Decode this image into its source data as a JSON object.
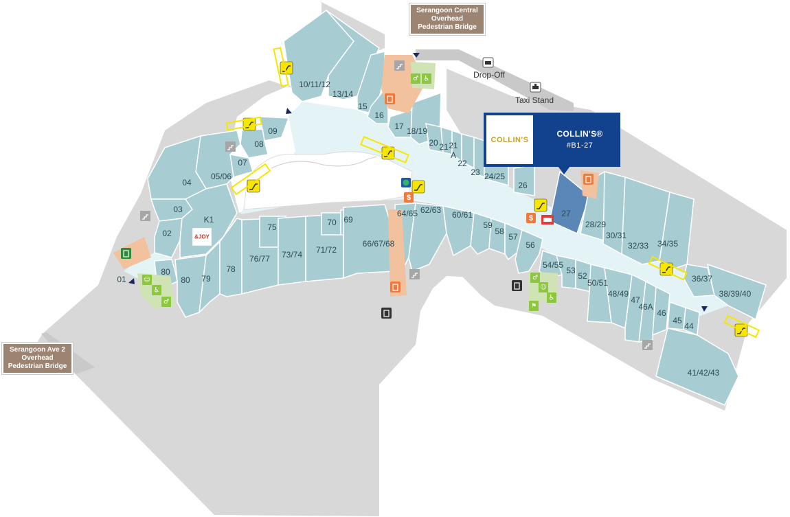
{
  "signs": {
    "serangoon_central": [
      "Serangoon Central",
      "Overhead",
      "Pedestrian Bridge"
    ],
    "serangoon_ave2": [
      "Serangoon Ave 2",
      "Overhead",
      "Pedestrian Bridge"
    ]
  },
  "landmarks": {
    "drop_off": "Drop-Off",
    "taxi_stand": "Taxi Stand"
  },
  "highlight": {
    "logo_text": "COLLIN'S",
    "store_name": "COLLIN'S®",
    "unit_code": "#B1-27",
    "logo_color": "#c9a227",
    "panel_color": "#12418e"
  },
  "store_labels": {
    "u01": "01",
    "u02": "02",
    "u03": "03",
    "u04": "04",
    "u0506": "05/06",
    "u07": "07",
    "u08": "08",
    "u09": "09",
    "u101112": "10/11/12",
    "u1314": "13/14",
    "u15": "15",
    "u16": "16",
    "u17": "17",
    "u1819": "18/19",
    "u20": "20",
    "u21": "21",
    "u21a": "21",
    "u21a_suffix": "A",
    "u22": "22",
    "u23": "23",
    "u2425": "24/25",
    "u26": "26",
    "u27": "27",
    "u2829": "28/29",
    "u3031": "30/31",
    "u3233": "32/33",
    "u3435": "34/35",
    "u3637": "36/37",
    "u383940": "38/39/40",
    "u414243": "41/42/43",
    "u44": "44",
    "u45": "45",
    "u46": "46",
    "u46a": "46A",
    "u47": "47",
    "u4849": "48/49",
    "u5051": "50/51",
    "u52": "52",
    "u53": "53",
    "u5455": "54/55",
    "u56": "56",
    "u57": "57",
    "u58": "58",
    "u59": "59",
    "u6061": "60/61",
    "u6263": "62/63",
    "u6465": "64/65",
    "u666768": "66/67/68",
    "u69": "69",
    "u70": "70",
    "u7172": "71/72",
    "u7374": "73/74",
    "u75": "75",
    "u7677": "76/77",
    "u78": "78",
    "u79": "79",
    "u80a": "80",
    "u80b": "80",
    "uk1": "K1"
  },
  "joy_logo": "&JOY",
  "colors": {
    "store_fill": "#a7ccd2",
    "highlight_fill": "#5b86b8",
    "corridor": "#e4f3f6",
    "escalator": "#f7e600",
    "service": "#f07a3c",
    "amenity_green": "#8dc63f"
  }
}
